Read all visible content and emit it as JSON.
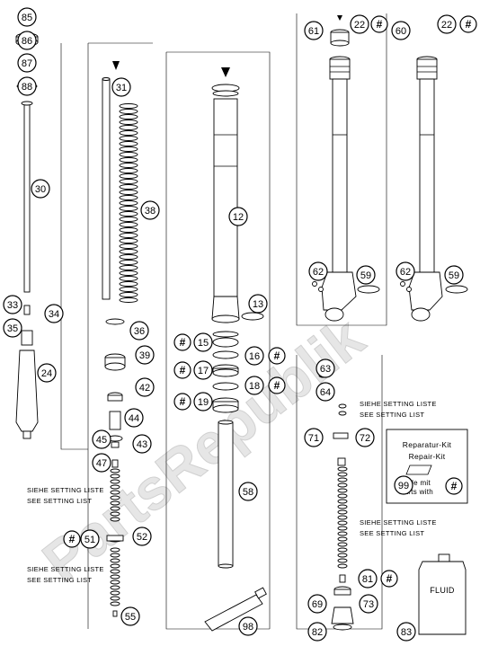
{
  "watermark": "PartsRepublik",
  "callouts": [
    {
      "id": "85",
      "label": "85"
    },
    {
      "id": "86",
      "label": "86"
    },
    {
      "id": "87",
      "label": "87"
    },
    {
      "id": "88",
      "label": "88"
    },
    {
      "id": "30",
      "label": "30"
    },
    {
      "id": "33",
      "label": "33"
    },
    {
      "id": "34",
      "label": "34"
    },
    {
      "id": "35",
      "label": "35"
    },
    {
      "id": "24",
      "label": "24"
    },
    {
      "id": "31",
      "label": "31"
    },
    {
      "id": "38",
      "label": "38"
    },
    {
      "id": "36",
      "label": "36"
    },
    {
      "id": "39",
      "label": "39"
    },
    {
      "id": "42",
      "label": "42"
    },
    {
      "id": "44",
      "label": "44"
    },
    {
      "id": "45",
      "label": "45"
    },
    {
      "id": "43",
      "label": "43"
    },
    {
      "id": "47",
      "label": "47"
    },
    {
      "id": "51",
      "label": "51"
    },
    {
      "id": "52",
      "label": "52"
    },
    {
      "id": "55",
      "label": "55"
    },
    {
      "id": "12",
      "label": "12"
    },
    {
      "id": "13",
      "label": "13"
    },
    {
      "id": "15",
      "label": "15"
    },
    {
      "id": "16",
      "label": "16"
    },
    {
      "id": "17",
      "label": "17"
    },
    {
      "id": "18",
      "label": "18"
    },
    {
      "id": "19",
      "label": "19"
    },
    {
      "id": "58",
      "label": "58"
    },
    {
      "id": "98",
      "label": "98"
    },
    {
      "id": "61",
      "label": "61"
    },
    {
      "id": "22a",
      "label": "22"
    },
    {
      "id": "60",
      "label": "60"
    },
    {
      "id": "22b",
      "label": "22"
    },
    {
      "id": "62a",
      "label": "62"
    },
    {
      "id": "59a",
      "label": "59"
    },
    {
      "id": "62b",
      "label": "62"
    },
    {
      "id": "59b",
      "label": "59"
    },
    {
      "id": "63",
      "label": "63"
    },
    {
      "id": "64",
      "label": "64"
    },
    {
      "id": "71",
      "label": "71"
    },
    {
      "id": "72",
      "label": "72"
    },
    {
      "id": "99",
      "label": "99"
    },
    {
      "id": "81",
      "label": "81"
    },
    {
      "id": "69",
      "label": "69"
    },
    {
      "id": "73",
      "label": "73"
    },
    {
      "id": "82",
      "label": "82"
    },
    {
      "id": "83",
      "label": "83"
    }
  ],
  "hash_symbol": "#",
  "notes": {
    "setting_de": "SIEHE SETTING LISTE",
    "setting_en": "SEE SETTING LIST"
  },
  "repair_kit": {
    "line1": "Reparatur-Kit",
    "line2": "Repair-Kit",
    "line3": "Teile mit",
    "line4": "Parts with"
  },
  "fluid_label": "FLUID"
}
